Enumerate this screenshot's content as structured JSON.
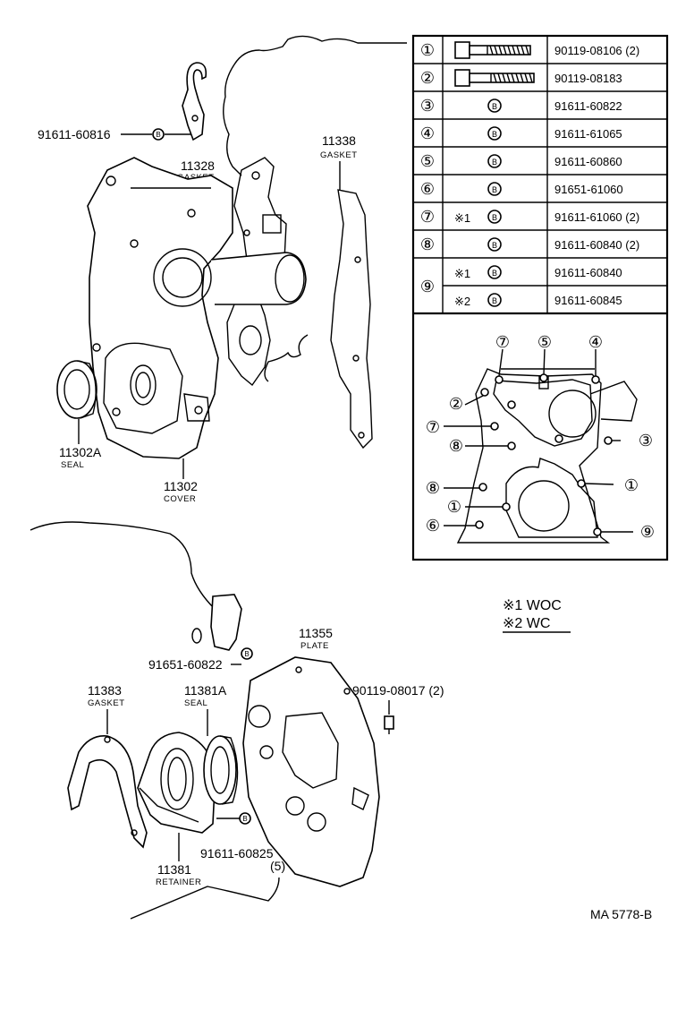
{
  "callouts": {
    "bolt_91611_60816": "91611-60816",
    "gasket_11328_num": "11328",
    "gasket_11328_cap": "GASKET",
    "gasket_11338_num": "11338",
    "gasket_11338_cap": "GASKET",
    "seal_11302a_num": "11302A",
    "seal_11302a_cap": "SEAL",
    "cover_11302_num": "11302",
    "cover_11302_cap": "COVER",
    "bolt_91651_60822": "91651-60822",
    "plate_11355_num": "11355",
    "plate_11355_cap": "PLATE",
    "bolt_90119_08017": "90119-08017  (2)",
    "gasket_11383_num": "11383",
    "gasket_11383_cap": "GASKET",
    "seal_11381a_num": "11381A",
    "seal_11381a_cap": "SEAL",
    "bolt_91611_60825": "91611-60825",
    "bolt_91611_60825_qty": "(5)",
    "retainer_11381_num": "11381",
    "retainer_11381_cap": "RETAINER",
    "diagram_code": "MA 5778-B"
  },
  "bolt_table": {
    "rows": [
      {
        "index": "①",
        "part": "90119-08106 (2)",
        "icon": "long-bolt-icon"
      },
      {
        "index": "②",
        "part": "90119-08183",
        "icon": "long-bolt-icon"
      },
      {
        "index": "③",
        "part": "91611-60822",
        "icon": "bolt-head-icon"
      },
      {
        "index": "④",
        "part": "91611-61065",
        "icon": "bolt-head-icon"
      },
      {
        "index": "⑤",
        "part": "91611-60860",
        "icon": "bolt-head-icon"
      },
      {
        "index": "⑥",
        "part": "91651-61060",
        "icon": "bolt-head-icon"
      },
      {
        "index": "⑦",
        "note": "※1",
        "part": "91611-61060 (2)",
        "icon": "bolt-head-icon"
      },
      {
        "index": "⑧",
        "part": "91611-60840 (2)",
        "icon": "bolt-head-icon"
      },
      {
        "index": "⑨",
        "note": "※1",
        "part": "91611-60840",
        "icon": "bolt-head-icon"
      },
      {
        "index": "",
        "note": "※2",
        "part": "91611-60845",
        "icon": "bolt-head-icon"
      }
    ],
    "bolt_symbol": "B"
  },
  "location_map": {
    "labels": [
      "⑦",
      "⑤",
      "④",
      "②",
      "⑦",
      "⑧",
      "③",
      "⑧",
      "①",
      "①",
      "⑥",
      "⑨"
    ]
  },
  "legend": {
    "note1": "※1 WOC",
    "note2": "※2 WC"
  }
}
